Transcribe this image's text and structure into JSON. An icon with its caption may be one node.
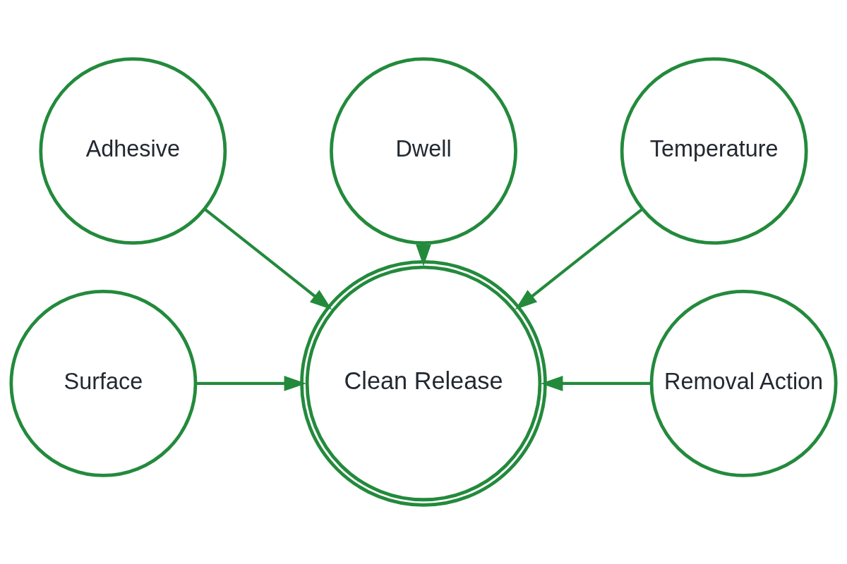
{
  "diagram": {
    "nodes": [
      {
        "text": [
          "Dwell"
        ]
      },
      {
        "text": [
          "Adhesive"
        ]
      },
      {
        "text": [
          "Temperature"
        ]
      },
      {
        "text": [
          "Surface"
        ]
      },
      {
        "text": [
          "Clean Release"
        ]
      },
      {
        "text": [
          "Removal Action"
        ]
      }
    ],
    "edges": [
      {
        "from": 0,
        "to": 4,
        "arrow": "to"
      },
      {
        "from": 1,
        "to": 4,
        "arrow": "to"
      },
      {
        "from": 2,
        "to": 4,
        "arrow": "to"
      },
      {
        "from": 3,
        "to": 4,
        "arrow": "to"
      },
      {
        "from": 5,
        "to": 4,
        "arrow": "to"
      }
    ]
  }
}
